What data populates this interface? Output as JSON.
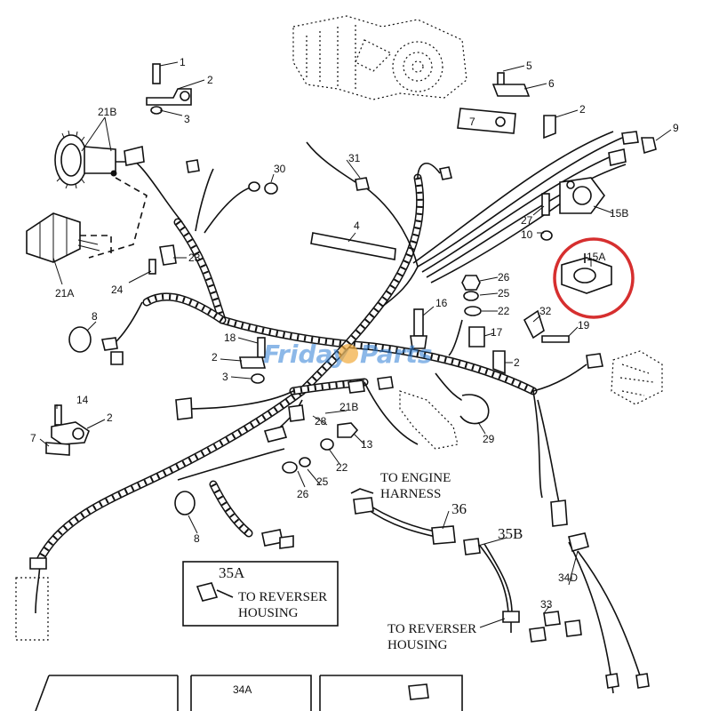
{
  "colors": {
    "line": "#111111",
    "highlight": "#d62f2f",
    "watermark": "#2f7fd6",
    "background": "#ffffff"
  },
  "watermark": {
    "text_a": "Friday",
    "text_b": "Parts"
  },
  "callouts": {
    "c1": "1",
    "c2a": "2",
    "c3a": "3",
    "c5": "5",
    "c6": "6",
    "c7a": "7",
    "c2b": "2",
    "c9": "9",
    "c21b_top": "21B",
    "c31": "31",
    "c30": "30",
    "c4": "4",
    "c27": "27",
    "c15b": "15B",
    "c10": "10",
    "c23": "23",
    "c24": "24",
    "c21a": "21A",
    "c15a": "15A",
    "c26a": "26",
    "c25a": "25",
    "c16": "16",
    "c22a": "22",
    "c17": "17",
    "c32": "32",
    "c19": "19",
    "c8a": "8",
    "c18": "18",
    "c2c": "2",
    "c3b": "3",
    "c2d": "2",
    "c14": "14",
    "c2e": "2",
    "c7b": "7",
    "c28": "28",
    "c21b_mid": "21B",
    "c13": "13",
    "c22b": "22",
    "c29": "29",
    "c26b": "26",
    "c25b": "25",
    "c8b": "8",
    "c36": "36",
    "c35b": "35B",
    "c35a": "35A",
    "c34d": "34D",
    "c33": "33",
    "c34a": "34A"
  },
  "notes": {
    "engine_l1": "TO ENGINE",
    "engine_l2": "HARNESS",
    "reverser_a_l1": "TO REVERSER",
    "reverser_a_l2": "HOUSING",
    "reverser_b_l1": "TO REVERSER",
    "reverser_b_l2": "HOUSING"
  }
}
